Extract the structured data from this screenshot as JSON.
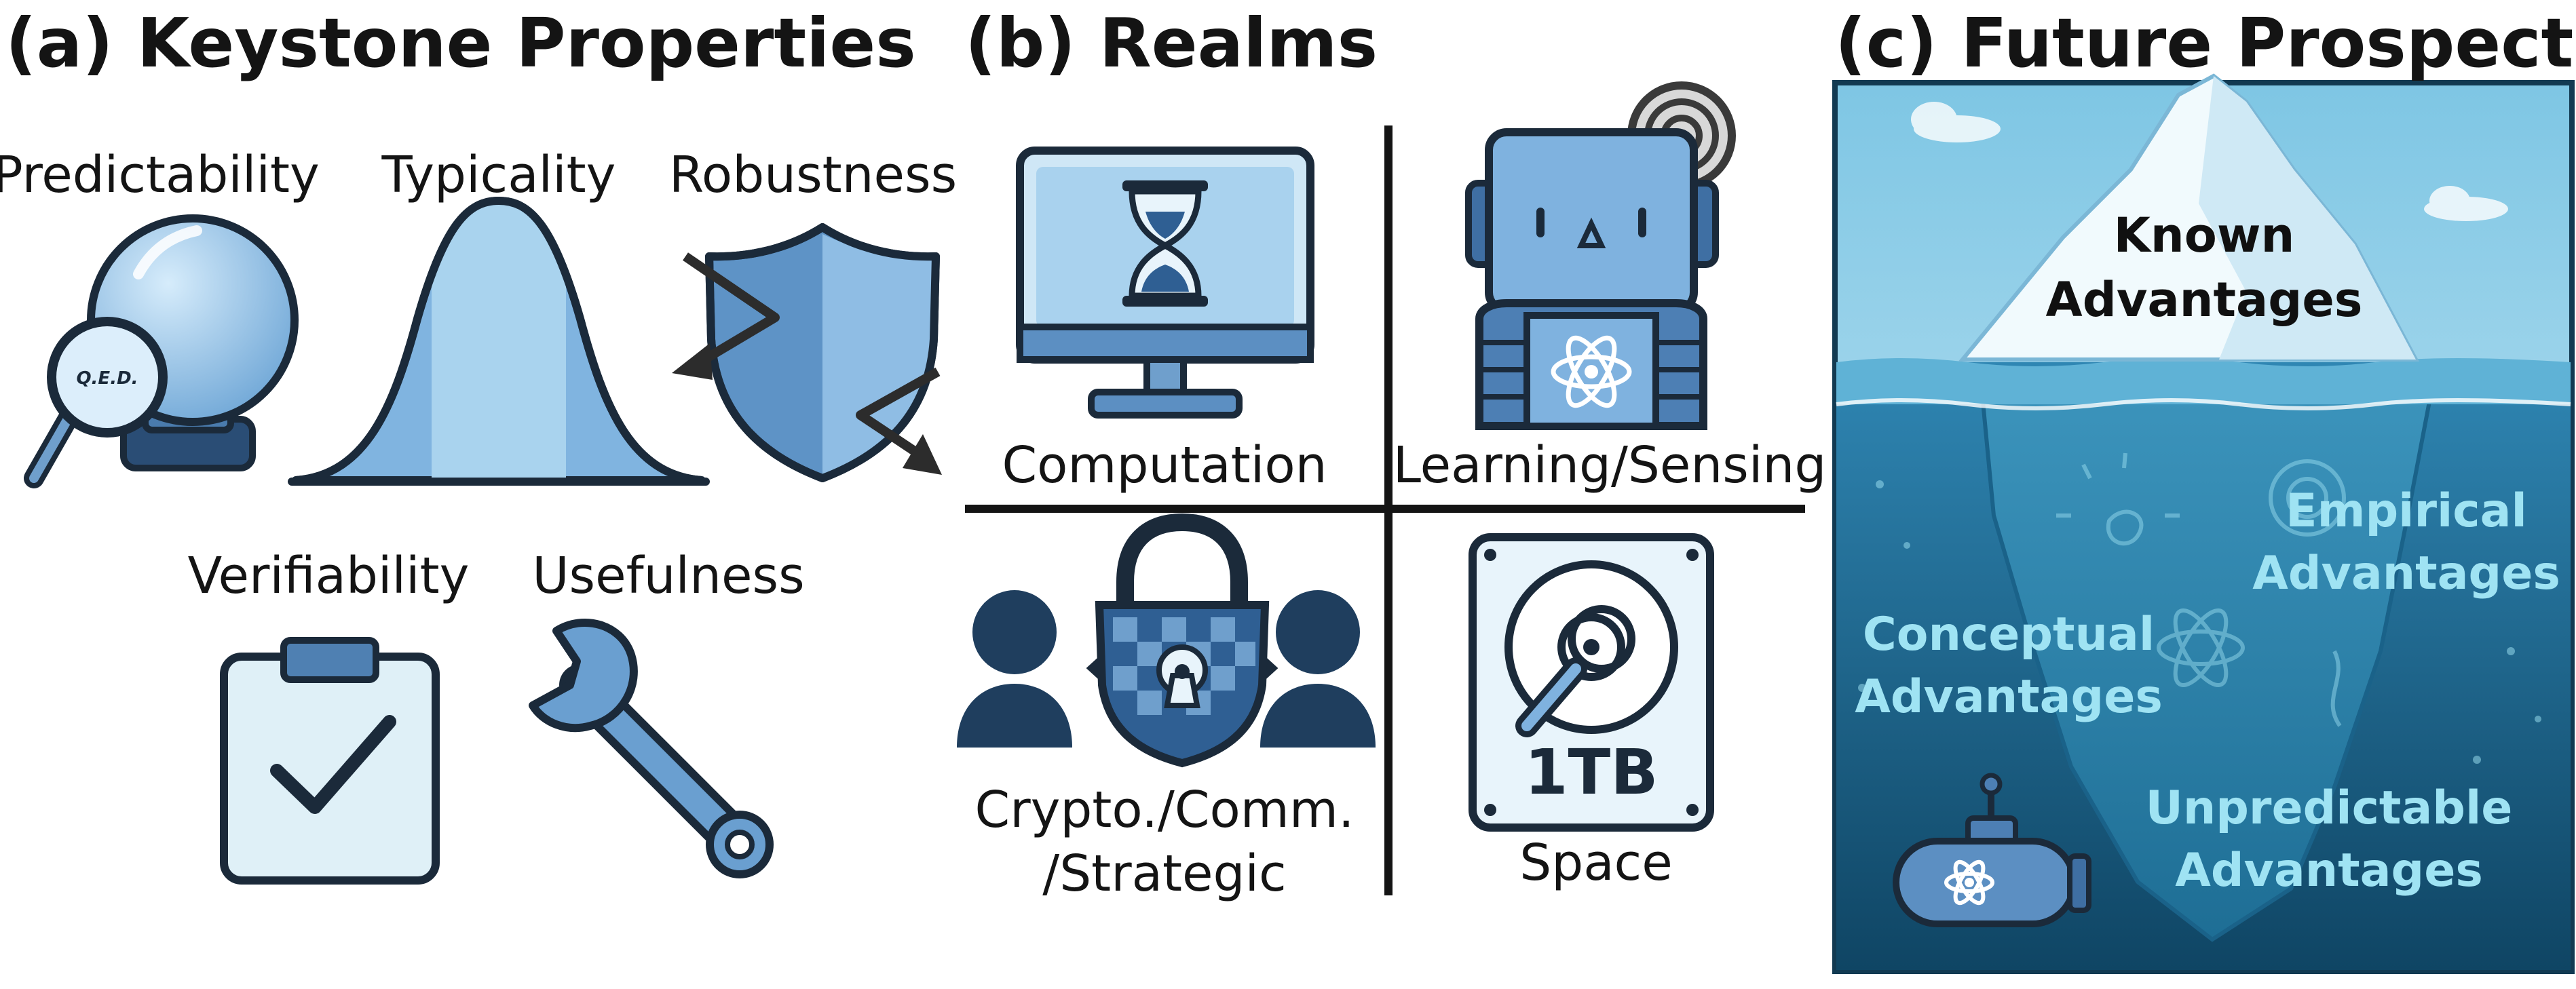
{
  "panel_a": {
    "heading": "(a) Keystone Properties",
    "properties": [
      "Predictability",
      "Typicality",
      "Robustness",
      "Verifiability",
      "Usefulness"
    ],
    "magnifier_text": "Q.E.D."
  },
  "panel_b": {
    "heading": "(b) Realms",
    "realms": [
      "Computation",
      "Learning/Sensing",
      "Crypto./Comm.",
      "/Strategic",
      "Space"
    ],
    "drive_capacity": "1TB"
  },
  "panel_c": {
    "heading": "(c) Future Prospects",
    "known": [
      "Known",
      "Advantages"
    ],
    "empirical": [
      "Empirical",
      "Advantages"
    ],
    "conceptual": [
      "Conceptual",
      "Advantages"
    ],
    "unpredictable": [
      "Unpredictable",
      "Advantages"
    ]
  },
  "colors": {
    "ink": "#1b2a3a",
    "icon_blue": "#7fb2df",
    "icon_light": "#b7d8f1",
    "icon_dark": "#1f3e5e",
    "ocean": "#2f7aa6",
    "ocean_deep": "#14506f",
    "sky": "#bfe3f3",
    "ice_text": "#9fe3f3"
  }
}
